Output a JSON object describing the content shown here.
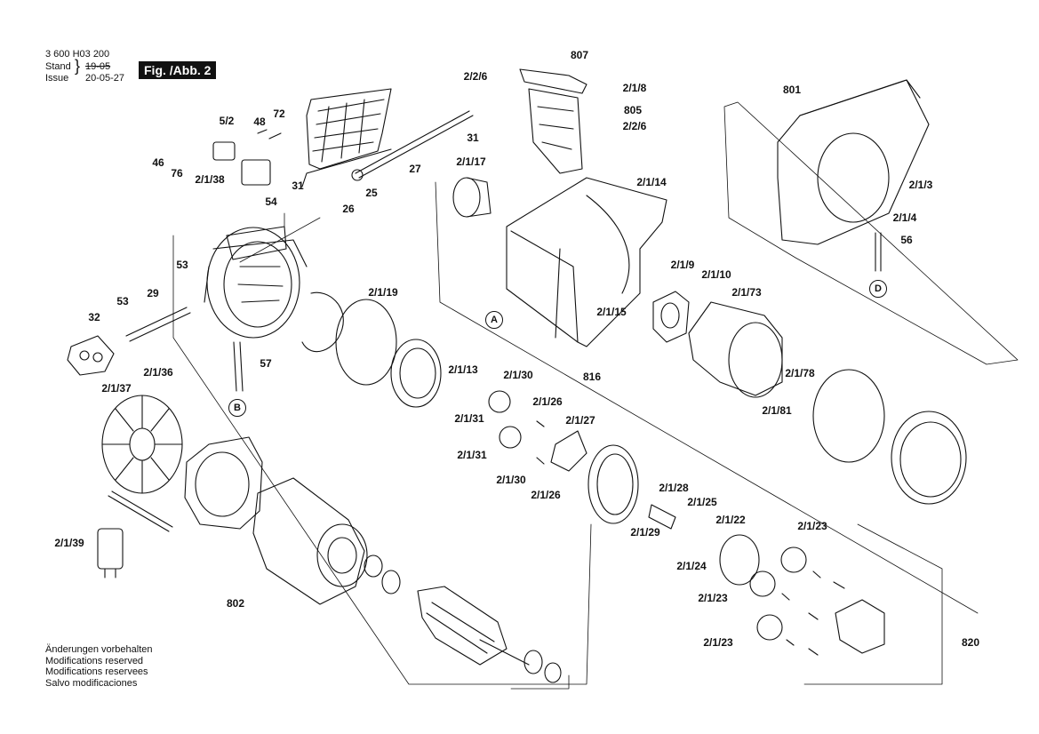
{
  "header": {
    "part_number": "3 600 H03 200",
    "stand_label": "Stand",
    "issue_label": "Issue",
    "old_date": "19-05",
    "new_date": "20-05-27",
    "figure_label": "Fig. /Abb. 2"
  },
  "footer": {
    "lines": [
      "Änderungen vorbehalten",
      "Modifications reserved",
      "Modifications reservees",
      "Salvo modificaciones"
    ]
  },
  "reference_markers": [
    "A",
    "B",
    "D"
  ],
  "callouts": {
    "c807": "807",
    "c2_2_6a": "2/2/6",
    "c2_1_8": "2/1/8",
    "c805": "805",
    "c2_2_6b": "2/2/6",
    "c801": "801",
    "c5_2": "5/2",
    "c48": "48",
    "c72": "72",
    "c46": "46",
    "c76": "76",
    "c2_1_38": "2/1/38",
    "c31a": "31",
    "c26": "26",
    "c25": "25",
    "c27": "27",
    "c31b": "31",
    "c54": "54",
    "c2_1_17": "2/1/17",
    "c2_1_14": "2/1/14",
    "c2_1_3": "2/1/3",
    "c2_1_4": "2/1/4",
    "c56": "56",
    "c53a": "53",
    "c53b": "53",
    "c29": "29",
    "c32": "32",
    "c2_1_19": "2/1/19",
    "c2_1_9": "2/1/9",
    "c2_1_10": "2/1/10",
    "c2_1_73": "2/1/73",
    "c2_1_15": "2/1/15",
    "c57": "57",
    "c2_1_36": "2/1/36",
    "c2_1_37": "2/1/37",
    "c2_1_13": "2/1/13",
    "c2_1_30a": "2/1/30",
    "c2_1_26a": "2/1/26",
    "c2_1_27": "2/1/27",
    "c816": "816",
    "c2_1_78": "2/1/78",
    "c2_1_81": "2/1/81",
    "c2_1_31a": "2/1/31",
    "c2_1_31b": "2/1/31",
    "c2_1_30b": "2/1/30",
    "c2_1_26b": "2/1/26",
    "c2_1_28": "2/1/28",
    "c2_1_25": "2/1/25",
    "c2_1_29": "2/1/29",
    "c2_1_22": "2/1/22",
    "c2_1_23a": "2/1/23",
    "c2_1_24": "2/1/24",
    "c2_1_23b": "2/1/23",
    "c2_1_23c": "2/1/23",
    "c2_1_39": "2/1/39",
    "c802": "802",
    "c820": "820"
  }
}
